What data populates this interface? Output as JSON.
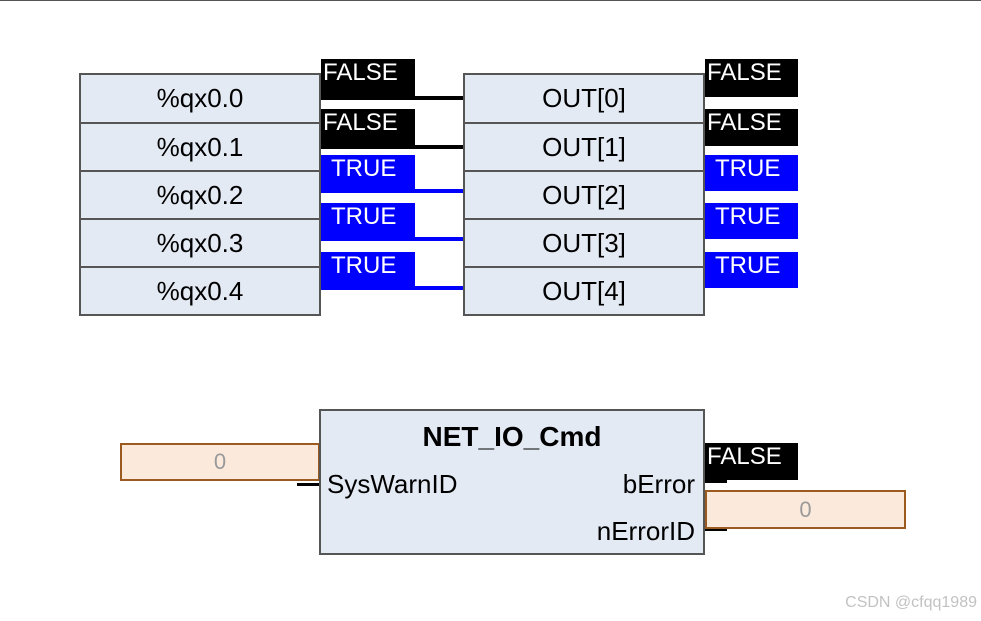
{
  "inputs": [
    {
      "label": "%qx0.0",
      "value": "FALSE",
      "state": "false"
    },
    {
      "label": "%qx0.1",
      "value": "FALSE",
      "state": "false"
    },
    {
      "label": "%qx0.2",
      "value": "TRUE",
      "state": "true"
    },
    {
      "label": "%qx0.3",
      "value": "TRUE",
      "state": "true"
    },
    {
      "label": "%qx0.4",
      "value": "TRUE",
      "state": "true"
    }
  ],
  "outputs": [
    {
      "label": "OUT[0]",
      "value": "FALSE",
      "state": "false"
    },
    {
      "label": "OUT[1]",
      "value": "FALSE",
      "state": "false"
    },
    {
      "label": "OUT[2]",
      "value": "TRUE",
      "state": "true"
    },
    {
      "label": "OUT[3]",
      "value": "TRUE",
      "state": "true"
    },
    {
      "label": "OUT[4]",
      "value": "TRUE",
      "state": "true"
    }
  ],
  "function_block": {
    "name": "NET_IO_Cmd",
    "input_pin": "SysWarnID",
    "input_value": "0",
    "output_pin_1": "bError",
    "output_pin_1_value": "FALSE",
    "output_pin_2": "nErrorID",
    "output_pin_2_value": "0"
  },
  "colors": {
    "true_wire": "#0000ff",
    "false_wire": "#000000",
    "box_fill": "#e4eaf4",
    "value_field_fill": "#fbe9dc",
    "value_field_border": "#9b5a1f"
  },
  "watermark": "CSDN @cfqq1989"
}
